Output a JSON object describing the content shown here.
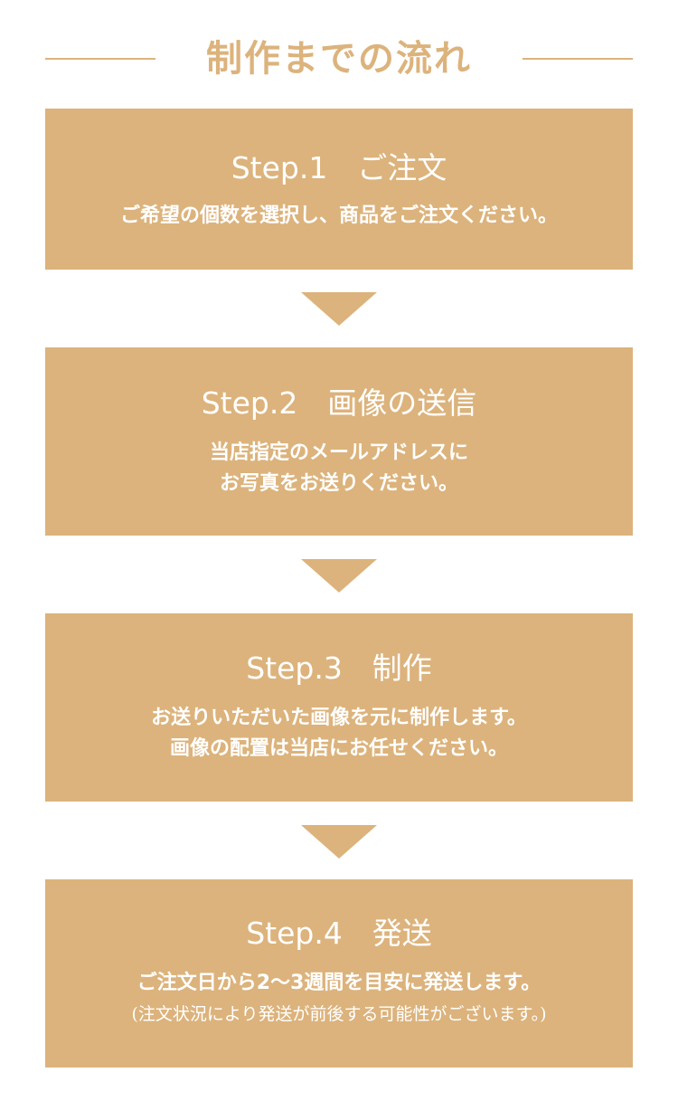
{
  "header": {
    "title": "制作までの流れ"
  },
  "steps": [
    {
      "title": "Step.1　ご注文",
      "desc": [
        "ご希望の個数を選択し、商品をご注文ください。"
      ]
    },
    {
      "title": "Step.2　画像の送信",
      "desc": [
        "当店指定のメールアドレスに",
        "お写真をお送りください。"
      ]
    },
    {
      "title": "Step.3　制作",
      "desc": [
        "お送りいただいた画像を元に制作します。",
        "画像の配置は当店にお任せください。"
      ]
    },
    {
      "title": "Step.4　発送",
      "desc": [
        "ご注文日から2〜3週間を目安に発送します。"
      ],
      "note": "(注文状況により発送が前後する可能性がございます。)"
    }
  ],
  "colors": {
    "accent": "#dcb37c",
    "text_on_accent": "#ffffff"
  },
  "icons": {
    "arrow": "triangle-down-icon"
  }
}
